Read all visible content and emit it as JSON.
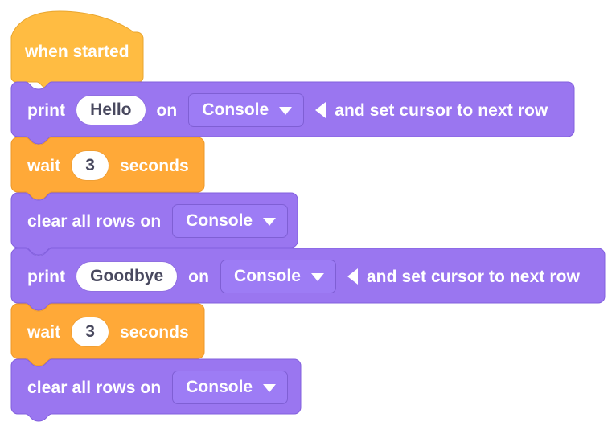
{
  "workspace": {
    "background_color": "#ffffff",
    "event_block_color": "#ffbc42",
    "command_block_color": "#9a76f0",
    "field_dropdown_color": "#9d7cf5",
    "field_text_bg": "#ffffff",
    "field_text_color": "#49495f",
    "block_label_color": "#ffffff"
  },
  "script": {
    "blocks": [
      {
        "name": "when-started",
        "kind": "hat",
        "label": "when started"
      },
      {
        "name": "print-hello",
        "kind": "command",
        "label_1": "print",
        "value": "Hello",
        "label_2": "on",
        "target": "Console",
        "collapse_icon": "triangle-left-icon",
        "label_3": "and set cursor to next row"
      },
      {
        "name": "wait-1",
        "kind": "command",
        "label_1": "wait",
        "value": "3",
        "label_2": "seconds"
      },
      {
        "name": "clear-all-rows-1",
        "kind": "command",
        "label_1": "clear all rows on",
        "target": "Console"
      },
      {
        "name": "print-goodbye",
        "kind": "command",
        "label_1": "print",
        "value": "Goodbye",
        "label_2": "on",
        "target": "Console",
        "collapse_icon": "triangle-left-icon",
        "label_3": "and set cursor to next row"
      },
      {
        "name": "wait-2",
        "kind": "command",
        "label_1": "wait",
        "value": "3",
        "label_2": "seconds"
      },
      {
        "name": "clear-all-rows-2",
        "kind": "command",
        "label_1": "clear all rows on",
        "target": "Console"
      }
    ]
  }
}
